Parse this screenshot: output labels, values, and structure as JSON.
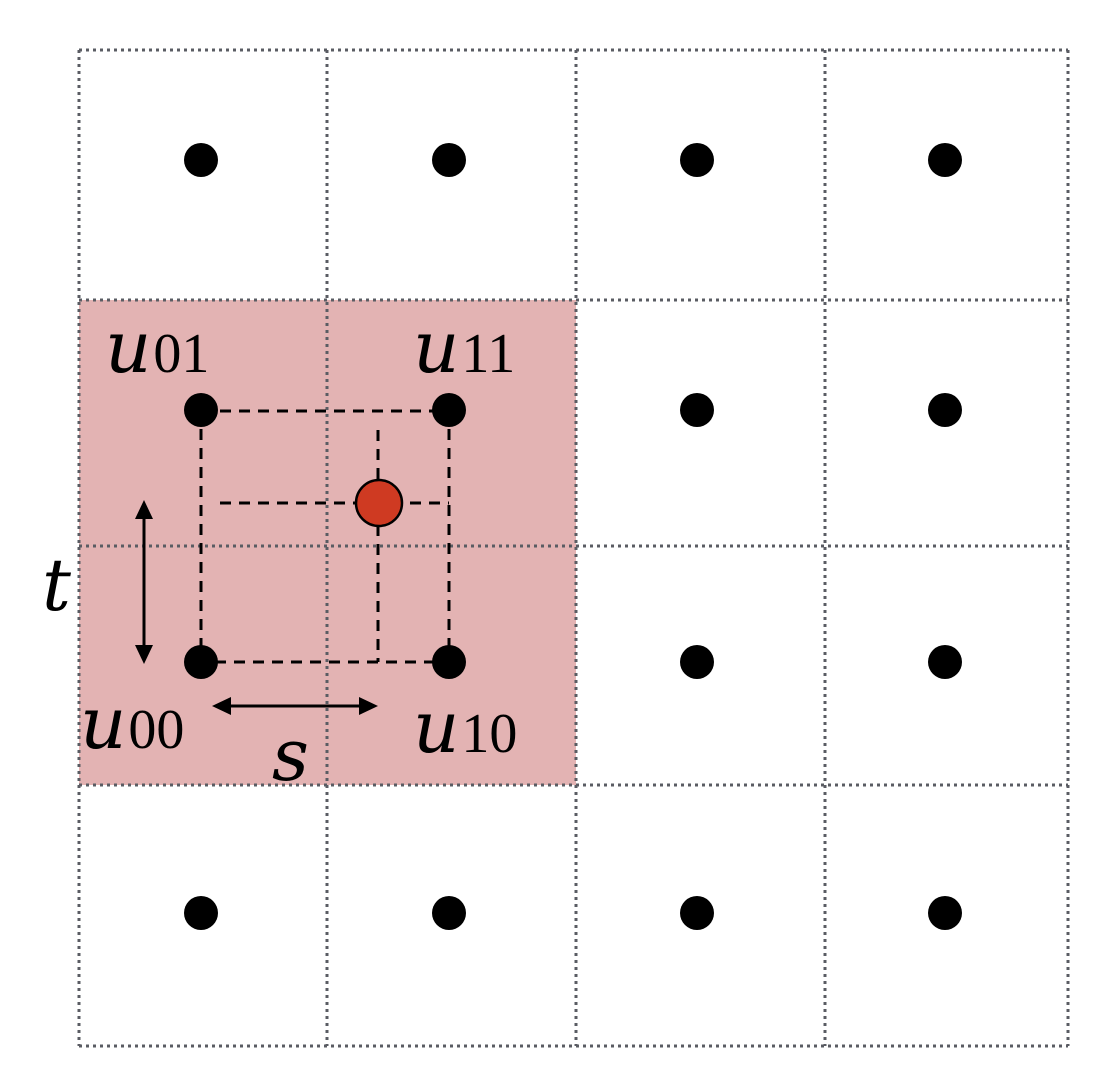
{
  "title": "Bilinear interpolation grid",
  "colors": {
    "cell_highlight": "#e3b3b3",
    "grid_line": "#5a5c63",
    "sample_point": "#000000",
    "query_point": "#cf3a22"
  },
  "labels": {
    "u00": {
      "base": "u",
      "sub": "00"
    },
    "u10": {
      "base": "u",
      "sub": "10"
    },
    "u01": {
      "base": "u",
      "sub": "01"
    },
    "u11": {
      "base": "u",
      "sub": "11"
    },
    "s": "s",
    "t": "t"
  },
  "grid": {
    "rows": 4,
    "cols": 4
  }
}
